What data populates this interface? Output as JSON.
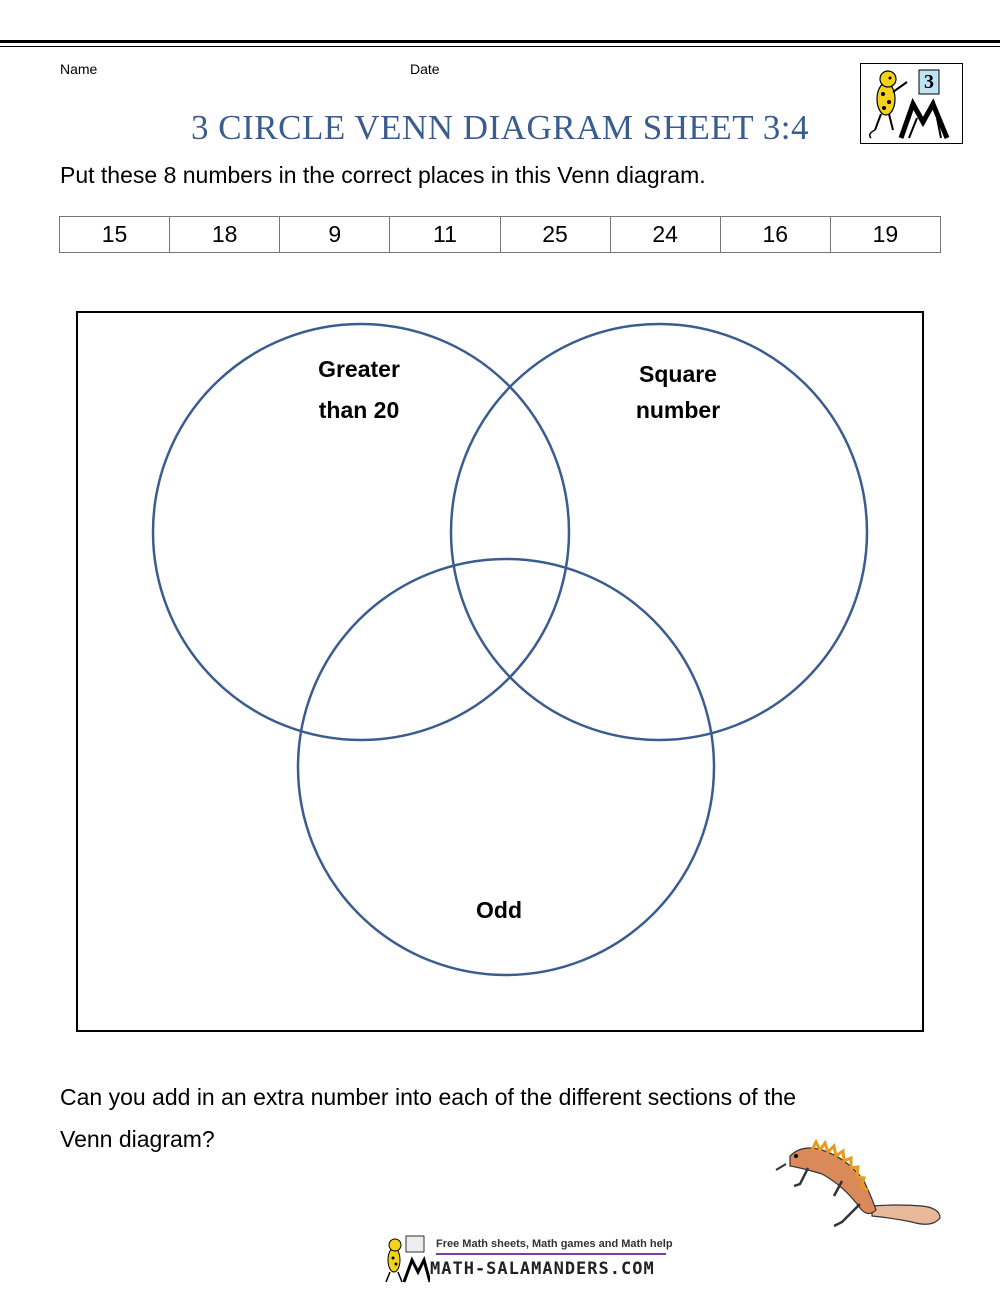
{
  "header": {
    "name_label": "Name",
    "date_label": "Date",
    "title": "3 CIRCLE VENN DIAGRAM SHEET 3:4",
    "grade_badge": "3"
  },
  "instruction": "Put these 8 numbers in the correct places in this Venn diagram.",
  "numbers": [
    "15",
    "18",
    "9",
    "11",
    "25",
    "24",
    "16",
    "19"
  ],
  "venn": {
    "circle_a_label_line1": "Greater",
    "circle_a_label_line2": "than 20",
    "circle_b_label_line1": "Square",
    "circle_b_label_line2": "number",
    "circle_c_label": "Odd",
    "circle_color": "#3a5c8f"
  },
  "question_line1": "Can you add in an extra number into each of the different sections of the",
  "question_line2": "Venn diagram?",
  "footer": {
    "tagline": "Free Math sheets, Math games and Math help",
    "brand": "MATH-SALAMANDERS.COM"
  }
}
